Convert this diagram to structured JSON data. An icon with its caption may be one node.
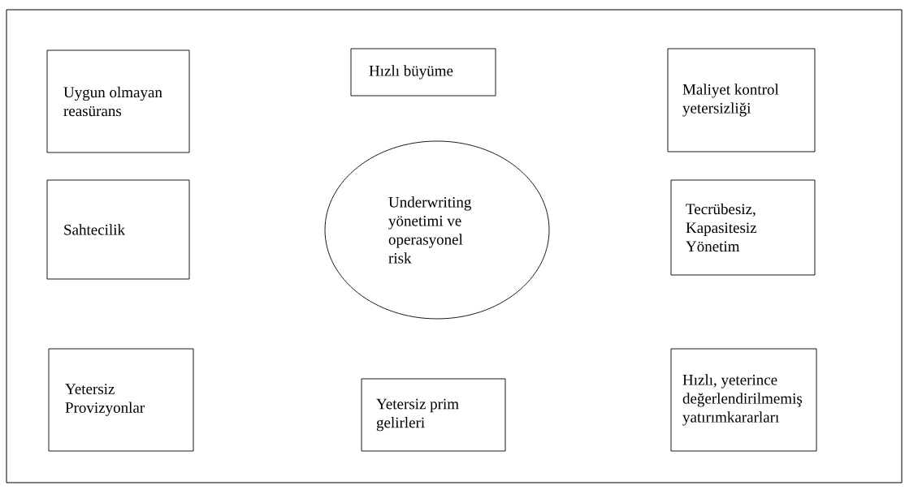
{
  "diagram": {
    "nodes": [
      {
        "text": [
          "Uygun olmayan reasürans"
        ]
      },
      {
        "text": [
          "Hızlı büyüme"
        ]
      },
      {
        "text": [
          "Maliyet kontrol yetersizliği"
        ]
      },
      {
        "text": [
          "Sahtecilik"
        ]
      },
      {
        "text": [
          "Underwriting yönetimi ve operasyonel risk"
        ]
      },
      {
        "text": [
          "Tecrübesiz, Kapasitesiz Yönetim"
        ]
      },
      {
        "text": [
          "Yetersiz Provizyonlar"
        ]
      },
      {
        "text": [
          "Yetersiz prim gelirleri"
        ]
      },
      {
        "text": [
          "Hızlı, yeterince değerlendirilmemiş yatırımkararları"
        ]
      }
    ]
  }
}
